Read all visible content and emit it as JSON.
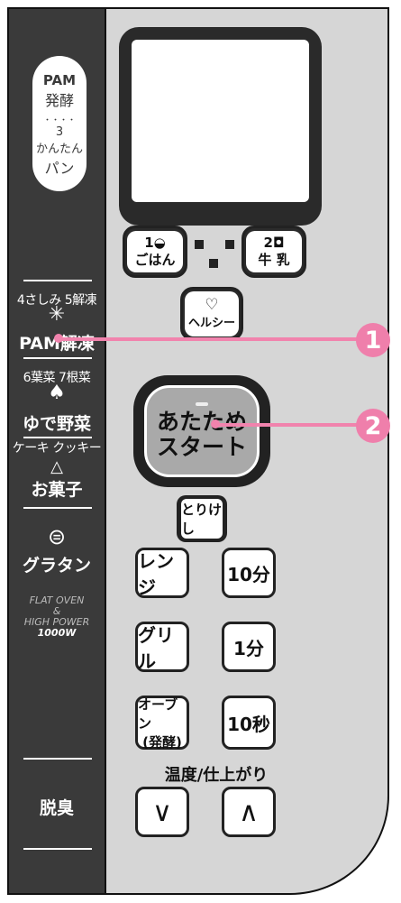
{
  "left_panel": {
    "pam_ferment": {
      "line1": "PAM",
      "line2": "発酵",
      "dots": "・・・・",
      "num": "3",
      "line3": "かんたん",
      "line4": "パン"
    },
    "defrost": {
      "top": "4さしみ 5解凍",
      "bottom": "PAM解凍"
    },
    "veg": {
      "top": "6葉菜 7根菜",
      "bottom": "ゆで野菜"
    },
    "sweets": {
      "top": "ケーキ クッキー",
      "bottom": "お菓子"
    },
    "gratin": {
      "label": "グラタン"
    },
    "flat_oven": {
      "line1": "FLAT OVEN",
      "line2": "&",
      "line3": "HIGH POWER",
      "line4": "1000W"
    },
    "deodorize": {
      "label": "脱臭"
    }
  },
  "right_panel": {
    "rice": {
      "num": "1",
      "label": "ごはん"
    },
    "milk": {
      "num": "2",
      "label": "牛 乳"
    },
    "healthy": {
      "label": "ヘルシー"
    },
    "start": {
      "line1": "あたため",
      "line2": "スタート"
    },
    "cancel": {
      "label": "とりけし"
    },
    "range": {
      "label": "レンジ"
    },
    "grill": {
      "label": "グリル"
    },
    "oven": {
      "line1": "オーブン",
      "line2": "(発酵)"
    },
    "ten_min": {
      "label": "10分"
    },
    "one_min": {
      "label": "1分"
    },
    "ten_sec": {
      "label": "10秒"
    },
    "temp_label": "温度/仕上がり",
    "down_label": "∨",
    "up_label": "∧"
  },
  "callouts": {
    "one": "1",
    "two": "2"
  },
  "colors": {
    "strip": "#3a3a3a",
    "panel": "#d6d6d6",
    "callout": "#ef7fab"
  }
}
